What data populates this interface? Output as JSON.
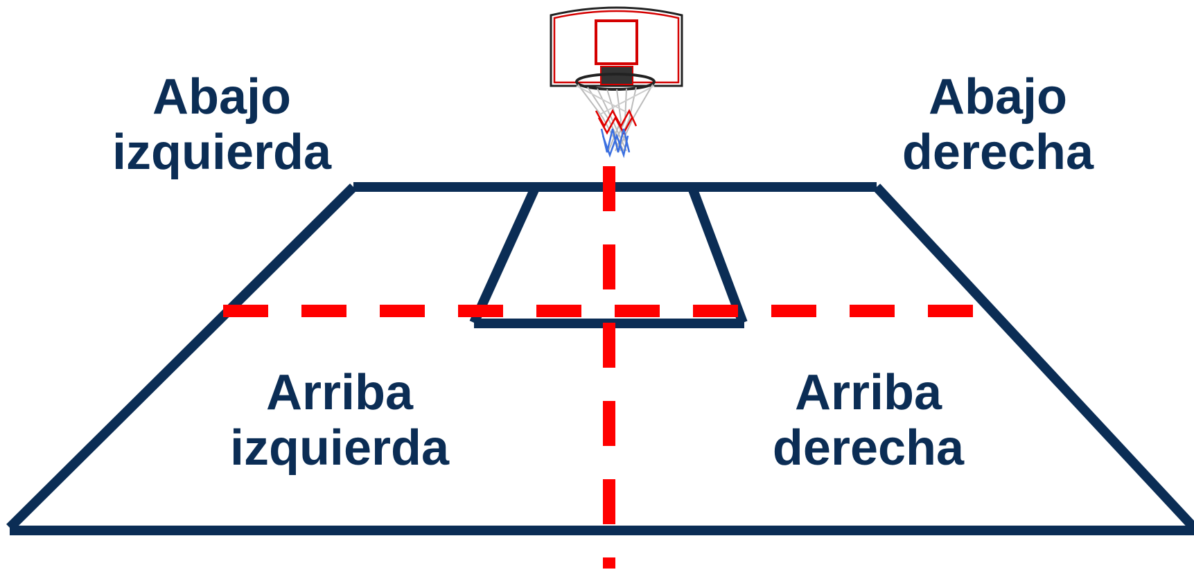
{
  "zones": {
    "top_left": {
      "line1": "Abajo",
      "line2": "izquierda"
    },
    "top_right": {
      "line1": "Abajo",
      "line2": "derecha"
    },
    "bottom_left": {
      "line1": "Arriba",
      "line2": "izquierda"
    },
    "bottom_right": {
      "line1": "Arriba",
      "line2": "derecha"
    }
  },
  "colors": {
    "court_lines": "#0b2d55",
    "divider_lines": "#ff0000",
    "backboard_outline": "#222222",
    "backboard_accent": "#d40000",
    "net_red": "#e00000",
    "net_blue": "#3a6fe0",
    "net_gray": "#bbbbbb",
    "label_text": "#0b2d55"
  }
}
